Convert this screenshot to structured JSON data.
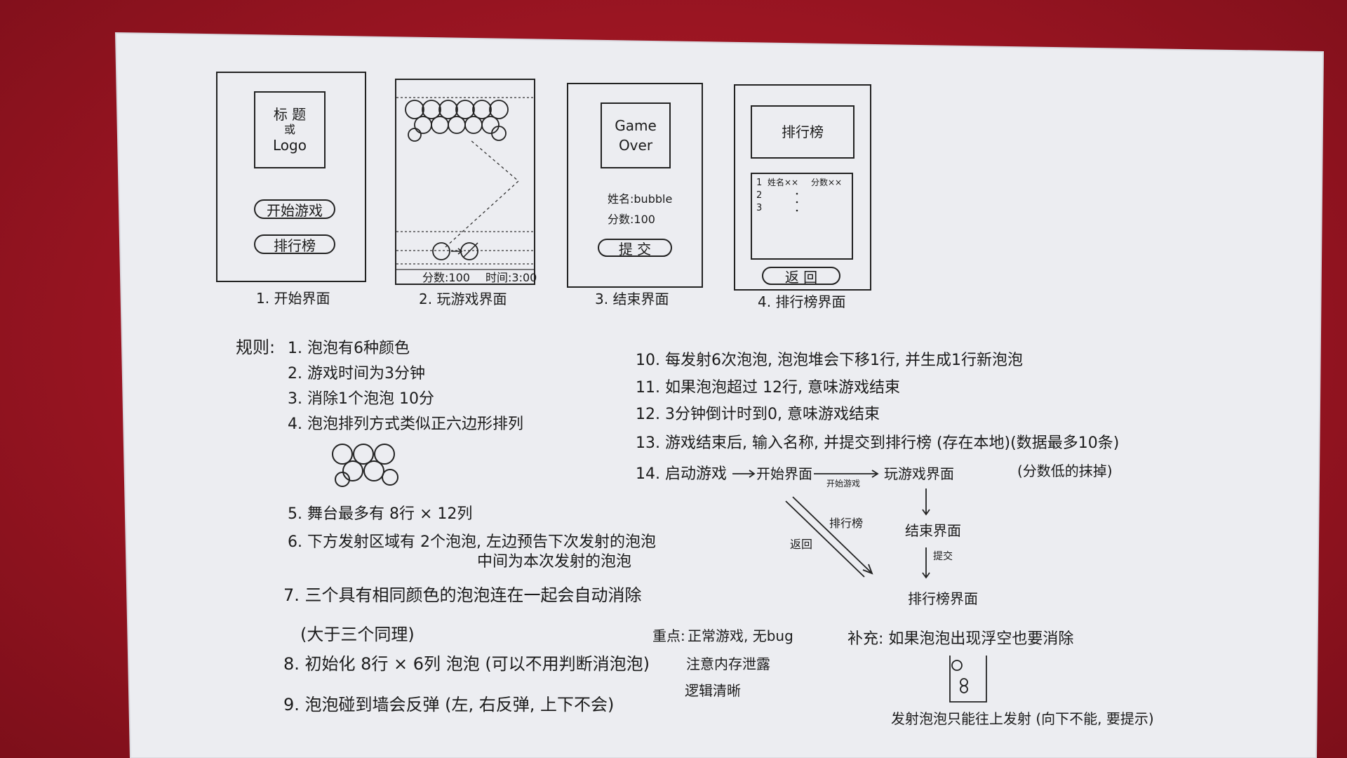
{
  "screens": {
    "start": {
      "title_lines": [
        "标 题",
        "或",
        "Logo"
      ],
      "start_button": "开始游戏",
      "leaderboard_button": "排行榜",
      "caption": "1. 开始界面"
    },
    "play": {
      "score": "分数:100",
      "time": "时间:3:00",
      "caption": "2. 玩游戏界面"
    },
    "end": {
      "title_lines": [
        "Game",
        "Over"
      ],
      "name": "姓名:bubble",
      "score": "分数:100",
      "submit_button": "提 交",
      "caption": "3. 结束界面"
    },
    "rank": {
      "title": "排行榜",
      "rows": [
        "1",
        "2",
        "3"
      ],
      "name_col": "姓名××",
      "score_col": "分数××",
      "back_button": "返 回",
      "caption": "4. 排行榜界面"
    }
  },
  "rules": {
    "label": "规则:",
    "left": [
      "1. 泡泡有6种颜色",
      "2. 游戏时间为3分钟",
      "3. 消除1个泡泡 10分",
      "4. 泡泡排列方式类似正六边形排列",
      "5. 舞台最多有 8行 × 12列",
      "6. 下方发射区域有 2个泡泡, 左边预告下次发射的泡泡",
      "中间为本次发射的泡泡",
      "7. 三个具有相同颜色的泡泡连在一起会自动消除",
      "(大于三个同理)",
      "8. 初始化 8行 × 6列 泡泡 (可以不用判断消泡泡)",
      "9. 泡泡碰到墙会反弹 (左, 右反弹, 上下不会)"
    ],
    "right": [
      "10. 每发射6次泡泡, 泡泡堆会下移1行, 并生成1行新泡泡",
      "11. 如果泡泡超过 12行, 意味游戏结束",
      "12. 3分钟倒计时到0, 意味游戏结束",
      "13. 游戏结束后, 输入名称, 并提交到排行榜 (存在本地)(数据最多10条)",
      "14. 启动游戏"
    ],
    "low_score_note": "(分数低的抹掉)"
  },
  "flow": {
    "start": "开始界面",
    "play": "玩游戏界面",
    "start_label": "开始游戏",
    "leaderboard_label": "排行榜",
    "back_label": "返回",
    "end": "结束界面",
    "submit_label": "提交",
    "rank": "排行榜界面"
  },
  "focus": {
    "label": "重点:",
    "items": [
      "正常游戏, 无bug",
      "注意内存泄露",
      "逻辑清晰"
    ]
  },
  "supplement": {
    "text": "补充: 如果泡泡出现浮空也要消除",
    "note": "发射泡泡只能往上发射 (向下不能, 要提示)"
  }
}
